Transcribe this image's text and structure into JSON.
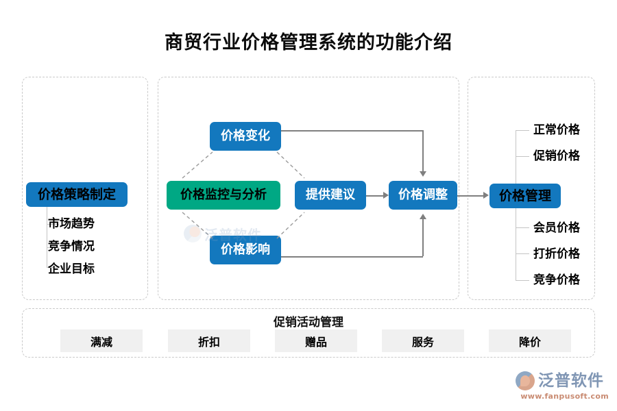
{
  "page": {
    "title": "商贸行业价格管理系统的功能介绍"
  },
  "colors": {
    "blue": "#1378be",
    "green": "#00a884",
    "panel_border": "#c9c9c9",
    "connector": "#7f7f7f",
    "branch_line": "#c4c4c4",
    "promo_cell_bg": "#f0f0f0",
    "logo_blue": "#8096b4",
    "logo_orange": "#c98b72"
  },
  "left_panel": {
    "node": "价格策略制定",
    "items": [
      "市场趋势",
      "竞争情况",
      "企业目标"
    ]
  },
  "center_panel": {
    "nodes": {
      "change": "价格变化",
      "monitor": "价格监控与分析",
      "advice": "提供建议",
      "adjust": "价格调整",
      "impact": "价格影响"
    },
    "watermark": "泛普软件"
  },
  "right_panel": {
    "node": "价格管理",
    "items_top": [
      "正常价格",
      "促销价格"
    ],
    "items_bottom": [
      "会员价格",
      "打折价格",
      "竞争价格"
    ]
  },
  "bottom_panel": {
    "title": "促销活动管理",
    "items": [
      "满减",
      "折扣",
      "赠品",
      "服务",
      "降价"
    ]
  },
  "logo": {
    "name": "泛普软件",
    "url": "www.fanpusoft.com"
  }
}
